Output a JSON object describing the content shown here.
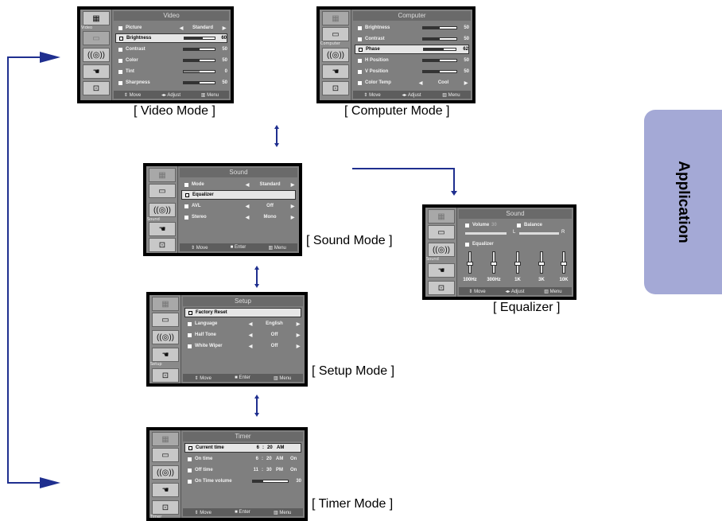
{
  "captions": {
    "video": "[ Video Mode ]",
    "computer": "[ Computer Mode ]",
    "sound": "[ Sound Mode ]",
    "equalizer": "[ Equalizer ]",
    "setup": "[ Setup Mode ]",
    "timer": "[ Timer Mode ]"
  },
  "side_tab": "Application",
  "icons": {
    "video": "Video",
    "computer": "Computer",
    "sound": "Sound",
    "setup": "Setup",
    "timer": "Timer"
  },
  "video": {
    "title": "Video",
    "rows": [
      {
        "label": "Picture",
        "value": "Standard"
      },
      {
        "label": "Brightness",
        "num": "60"
      },
      {
        "label": "Contrast",
        "num": "50"
      },
      {
        "label": "Color",
        "num": "50"
      },
      {
        "label": "Tint",
        "num": "0"
      },
      {
        "label": "Sharpness",
        "num": "50"
      }
    ],
    "foot": [
      "Move",
      "Adjust",
      "Menu"
    ]
  },
  "computer": {
    "title": "Computer",
    "rows": [
      {
        "label": "Brightness",
        "num": "50"
      },
      {
        "label": "Contrast",
        "num": "50"
      },
      {
        "label": "Phase",
        "num": "62"
      },
      {
        "label": "H Position",
        "num": "50"
      },
      {
        "label": "V Position",
        "num": "50"
      },
      {
        "label": "Color Temp",
        "value": "Cool"
      }
    ],
    "foot": [
      "Move",
      "Adjust",
      "Menu"
    ]
  },
  "sound": {
    "title": "Sound",
    "rows": [
      {
        "label": "Mode",
        "value": "Standard"
      },
      {
        "label": "Equalizer"
      },
      {
        "label": "AVL",
        "value": "Off"
      },
      {
        "label": "Stereo",
        "value": "Mono"
      }
    ],
    "foot": [
      "Move",
      "Enter",
      "Menu"
    ]
  },
  "equalizer": {
    "title": "Sound",
    "volume": "Volume",
    "vol_num": "30",
    "balance": "Balance",
    "l": "L",
    "r": "R",
    "eq": "Equalizer",
    "bands": [
      "100Hz",
      "300Hz",
      "1K",
      "3K",
      "10K"
    ],
    "foot": [
      "Move",
      "Adjust",
      "Menu"
    ]
  },
  "setup": {
    "title": "Setup",
    "rows": [
      {
        "label": "Factory Reset"
      },
      {
        "label": "Language",
        "value": "English"
      },
      {
        "label": "Half Tone",
        "value": "Off"
      },
      {
        "label": "White Wiper",
        "value": "Off"
      }
    ],
    "foot": [
      "Move",
      "Enter",
      "Menu"
    ]
  },
  "timer": {
    "title": "Timer",
    "rows": [
      {
        "label": "Current time",
        "h": "6",
        "m": "20",
        "ap": "AM",
        "on": ""
      },
      {
        "label": "On time",
        "h": "6",
        "m": "20",
        "ap": "AM",
        "on": "On"
      },
      {
        "label": "Off time",
        "h": "11",
        "m": "30",
        "ap": "PM",
        "on": "On"
      },
      {
        "label": "On Time volume",
        "num": "30"
      }
    ],
    "sep": ":",
    "foot": [
      "Move",
      "Enter",
      "Menu"
    ]
  }
}
